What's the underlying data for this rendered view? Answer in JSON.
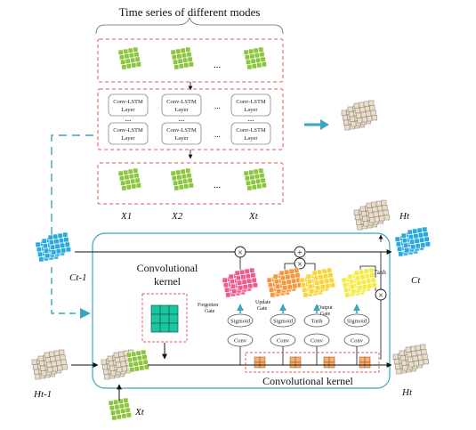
{
  "header": {
    "title": "Time series of different modes"
  },
  "modes": {
    "inputs": {
      "ellipsis": "..."
    },
    "layers": {
      "cell_label": "Conv-LSTM Layer",
      "row_ellipsis": "...",
      "col_ellipsis": "..."
    },
    "outputs": {
      "ellipsis": "..."
    },
    "labels": [
      "X1",
      "X2",
      "Xt"
    ]
  },
  "cell": {
    "conv_kernel_label_line1": "Convolutional",
    "conv_kernel_label_line2": "kernel",
    "bottom_kernel_label": "Convolutional kernel",
    "forgotten_gate_line1": "Forgotten",
    "forgotten_gate_line2": "Gate",
    "update_gate_line1": "Update",
    "update_gate_line2": "Gate",
    "output_gate_line1": "Output",
    "output_gate_line2": "Gate",
    "tanh_top": "Tanh",
    "sigmoid": "Sigmoid",
    "tanh": "Tanh",
    "conv": "Conv",
    "times": "×",
    "plus": "+"
  },
  "io": {
    "ht_top": "Ht",
    "ct": "Ct",
    "ct_prev": "Ct-1",
    "ht_prev": "Ht-1",
    "ht_bottom": "Ht",
    "xt": "Xt"
  },
  "colors": {
    "green": "#8cc63f",
    "teal": "#3aa6c0",
    "cyan": "#29a9e0",
    "beige": "#e8dccb",
    "pink": "#f15a8a",
    "orange": "#f7963d",
    "yellow": "#f6d63a",
    "yellow2": "#f3ec45",
    "kernel": "#19c6a0",
    "red_dash": "#e05555"
  }
}
